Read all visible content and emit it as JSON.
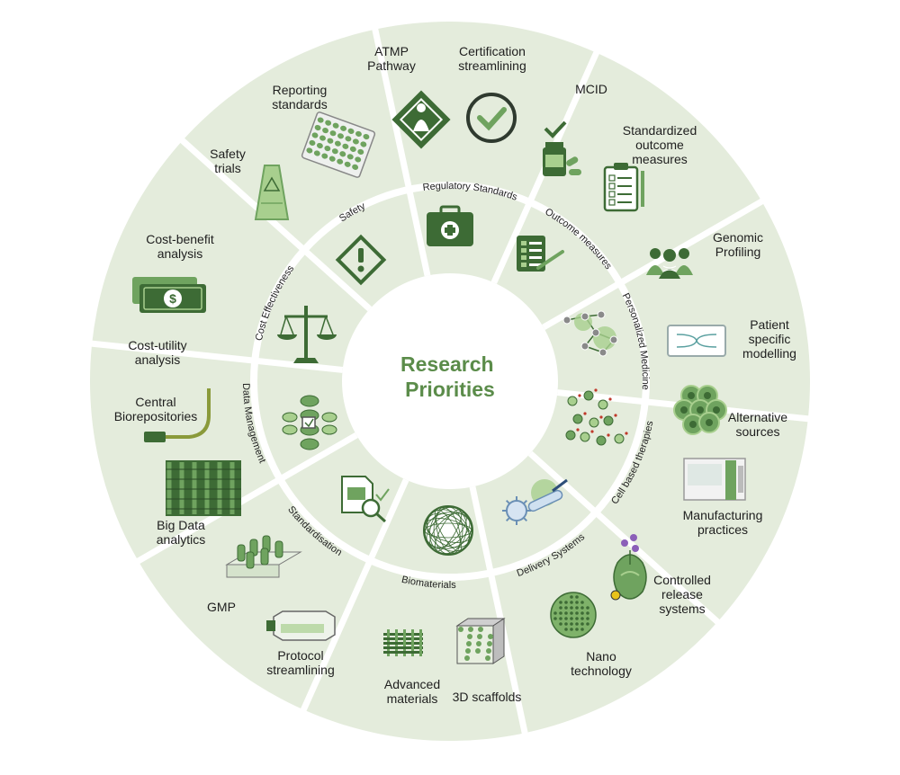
{
  "title_lines": [
    "Research",
    "Priorities"
  ],
  "colors": {
    "sector_fill": "#e4ecdc",
    "separator": "#ffffff",
    "accent": "#5b8c4a",
    "icon_dark": "#3d6b35",
    "icon_mid": "#6fa35f",
    "icon_light": "#a8cf8e"
  },
  "categories": [
    {
      "label": "Regulatory Standards",
      "icon": "first-aid-kit-icon",
      "items": [
        {
          "lines": [
            "ATMP",
            "Pathway"
          ],
          "icon": "hazard-diamond-person-icon"
        },
        {
          "lines": [
            "Certification",
            "streamlining"
          ],
          "icon": "check-circle-icon"
        }
      ]
    },
    {
      "label": "Outcome measures",
      "icon": "checklist-pen-icon",
      "items": [
        {
          "lines": [
            "MCID"
          ],
          "icon": "medicine-bottle-check-icon"
        },
        {
          "lines": [
            "Standardized",
            "outcome",
            "measures"
          ],
          "icon": "clipboard-checklist-icon"
        }
      ]
    },
    {
      "label": "Personalized Medicine",
      "icon": "network-people-icon",
      "items": [
        {
          "lines": [
            "Genomic",
            "Profiling"
          ],
          "icon": "people-dna-icon"
        },
        {
          "lines": [
            "Patient",
            "specific",
            "modelling"
          ],
          "icon": "microfluidic-chip-icon"
        }
      ]
    },
    {
      "label": "Cell based therapies",
      "icon": "cells-icon",
      "items": [
        {
          "lines": [
            "Alternative",
            "sources"
          ],
          "icon": "cell-cluster-icon"
        },
        {
          "lines": [
            "Manufacturing",
            "practices"
          ],
          "icon": "bioreactor-machine-icon"
        }
      ]
    },
    {
      "label": "Delivery Systems",
      "icon": "virus-capsule-icon",
      "items": [
        {
          "lines": [
            "Controlled",
            "release",
            "systems"
          ],
          "icon": "controlled-release-icon"
        },
        {
          "lines": [
            "Nano",
            "technology"
          ],
          "icon": "nanoparticle-icon"
        }
      ]
    },
    {
      "label": "Biomaterials",
      "icon": "fiber-sphere-icon",
      "items": [
        {
          "lines": [
            "3D scaffolds"
          ],
          "icon": "porous-cube-icon"
        },
        {
          "lines": [
            "Advanced",
            "materials"
          ],
          "icon": "woven-lattice-icon"
        }
      ]
    },
    {
      "label": "Standardisation",
      "icon": "document-search-icon",
      "items": [
        {
          "lines": [
            "Protocol",
            "streamlining"
          ],
          "icon": "culture-flask-icon"
        },
        {
          "lines": [
            "GMP"
          ],
          "icon": "tube-rack-icon"
        }
      ]
    },
    {
      "label": "Data Management",
      "icon": "database-icon",
      "items": [
        {
          "lines": [
            "Big Data",
            "analytics"
          ],
          "icon": "server-rack-icon"
        },
        {
          "lines": [
            "Central",
            "Biorepositories"
          ],
          "icon": "cable-plug-icon"
        }
      ]
    },
    {
      "label": "Cost Effectiveness",
      "icon": "balance-scale-icon",
      "items": [
        {
          "lines": [
            "Cost-utility",
            "analysis"
          ],
          "icon": ""
        },
        {
          "lines": [
            "Cost-benefit",
            "analysis"
          ],
          "icon": "money-bills-icon"
        }
      ]
    },
    {
      "label": "Safety",
      "icon": "warning-diamond-icon",
      "items": [
        {
          "lines": [
            "Safety",
            "trials"
          ],
          "icon": "wet-floor-sign-icon"
        },
        {
          "lines": [
            "Reporting",
            "standards"
          ],
          "icon": "well-plate-icon"
        }
      ]
    }
  ]
}
